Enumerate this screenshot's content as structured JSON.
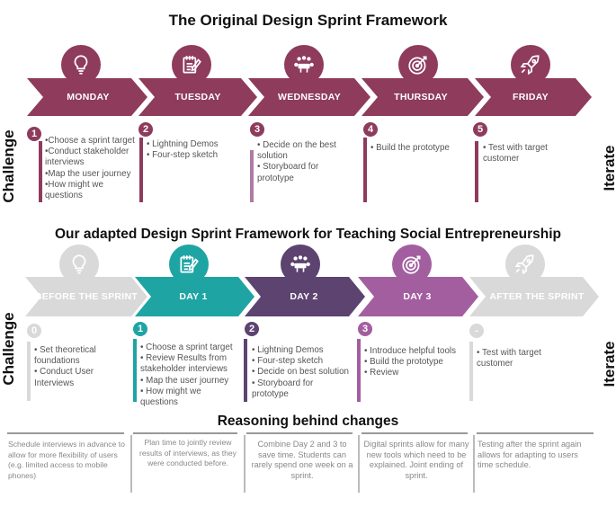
{
  "top": {
    "title": "The Original Design Sprint Framework",
    "challenge": "Challenge",
    "iterate": "Iterate",
    "color": "#8e3b5c",
    "days": [
      {
        "label": "MONDAY",
        "icon": "lightbulb-icon",
        "num": "1",
        "items": [
          "•Choose a sprint target",
          "•Conduct stakeholder interviews",
          "•Map the user journey",
          "•How might we questions"
        ]
      },
      {
        "label": "TUESDAY",
        "icon": "notepad-pencil-icon",
        "num": "2",
        "items": [
          "• Lightning Demos",
          "• Four-step sketch"
        ]
      },
      {
        "label": "WEDNESDAY",
        "icon": "meeting-table-icon",
        "num": "3",
        "items": [
          "• Decide on the best solution",
          "• Storyboard for prototype"
        ]
      },
      {
        "label": "THURSDAY",
        "icon": "target-icon",
        "num": "4",
        "items": [
          "• Build the prototype"
        ]
      },
      {
        "label": "FRIDAY",
        "icon": "rocket-icon",
        "num": "5",
        "items": [
          "• Test with target customer"
        ]
      }
    ]
  },
  "bottom": {
    "title": "Our adapted Design Sprint Framework for Teaching Social Entrepreneurship",
    "challenge": "Challenge",
    "iterate": "Iterate",
    "days": [
      {
        "label": "BEFORE THE SPRINT",
        "icon": "lightbulb-icon",
        "num": "0",
        "color": "#d9d9d9",
        "items": [
          "• Set theoretical foundations",
          "• Conduct User Interviews"
        ]
      },
      {
        "label": "DAY 1",
        "icon": "notepad-pencil-icon",
        "num": "1",
        "color": "#1fa4a4",
        "items": [
          "• Choose a sprint target",
          "• Review Results  from stakeholder interviews",
          "• Map the user journey",
          "• How might we questions"
        ]
      },
      {
        "label": "DAY 2",
        "icon": "meeting-table-icon",
        "num": "2",
        "color": "#5c4370",
        "items": [
          "• Lightning Demos",
          "• Four-step sketch",
          "• Decide on best solution",
          "• Storyboard  for prototype"
        ]
      },
      {
        "label": "DAY 3",
        "icon": "target-icon",
        "num": "3",
        "color": "#a35ea0",
        "items": [
          "• Introduce helpful tools",
          "• Build the prototype",
          "• Review"
        ]
      },
      {
        "label": "AFTER THE SPRINT",
        "icon": "rocket-icon",
        "num": "-",
        "color": "#d9d9d9",
        "items": [
          "• Test with target customer"
        ]
      }
    ]
  },
  "reasoning": {
    "title": "Reasoning behind changes",
    "items": [
      "Schedule interviews in advance to allow for more flexibility of users (e.g. limited access to mobile phones)",
      "Plan time to jointly review results of interviews, as they were conducted before.",
      "Combine Day 2 and 3 to save time. Students can rarely spend one week on a sprint.",
      "Digital sprints allow for many new tools which need to be explained. Joint ending of sprint.",
      "Testing after the sprint again allows for adapting to users time schedule."
    ]
  }
}
